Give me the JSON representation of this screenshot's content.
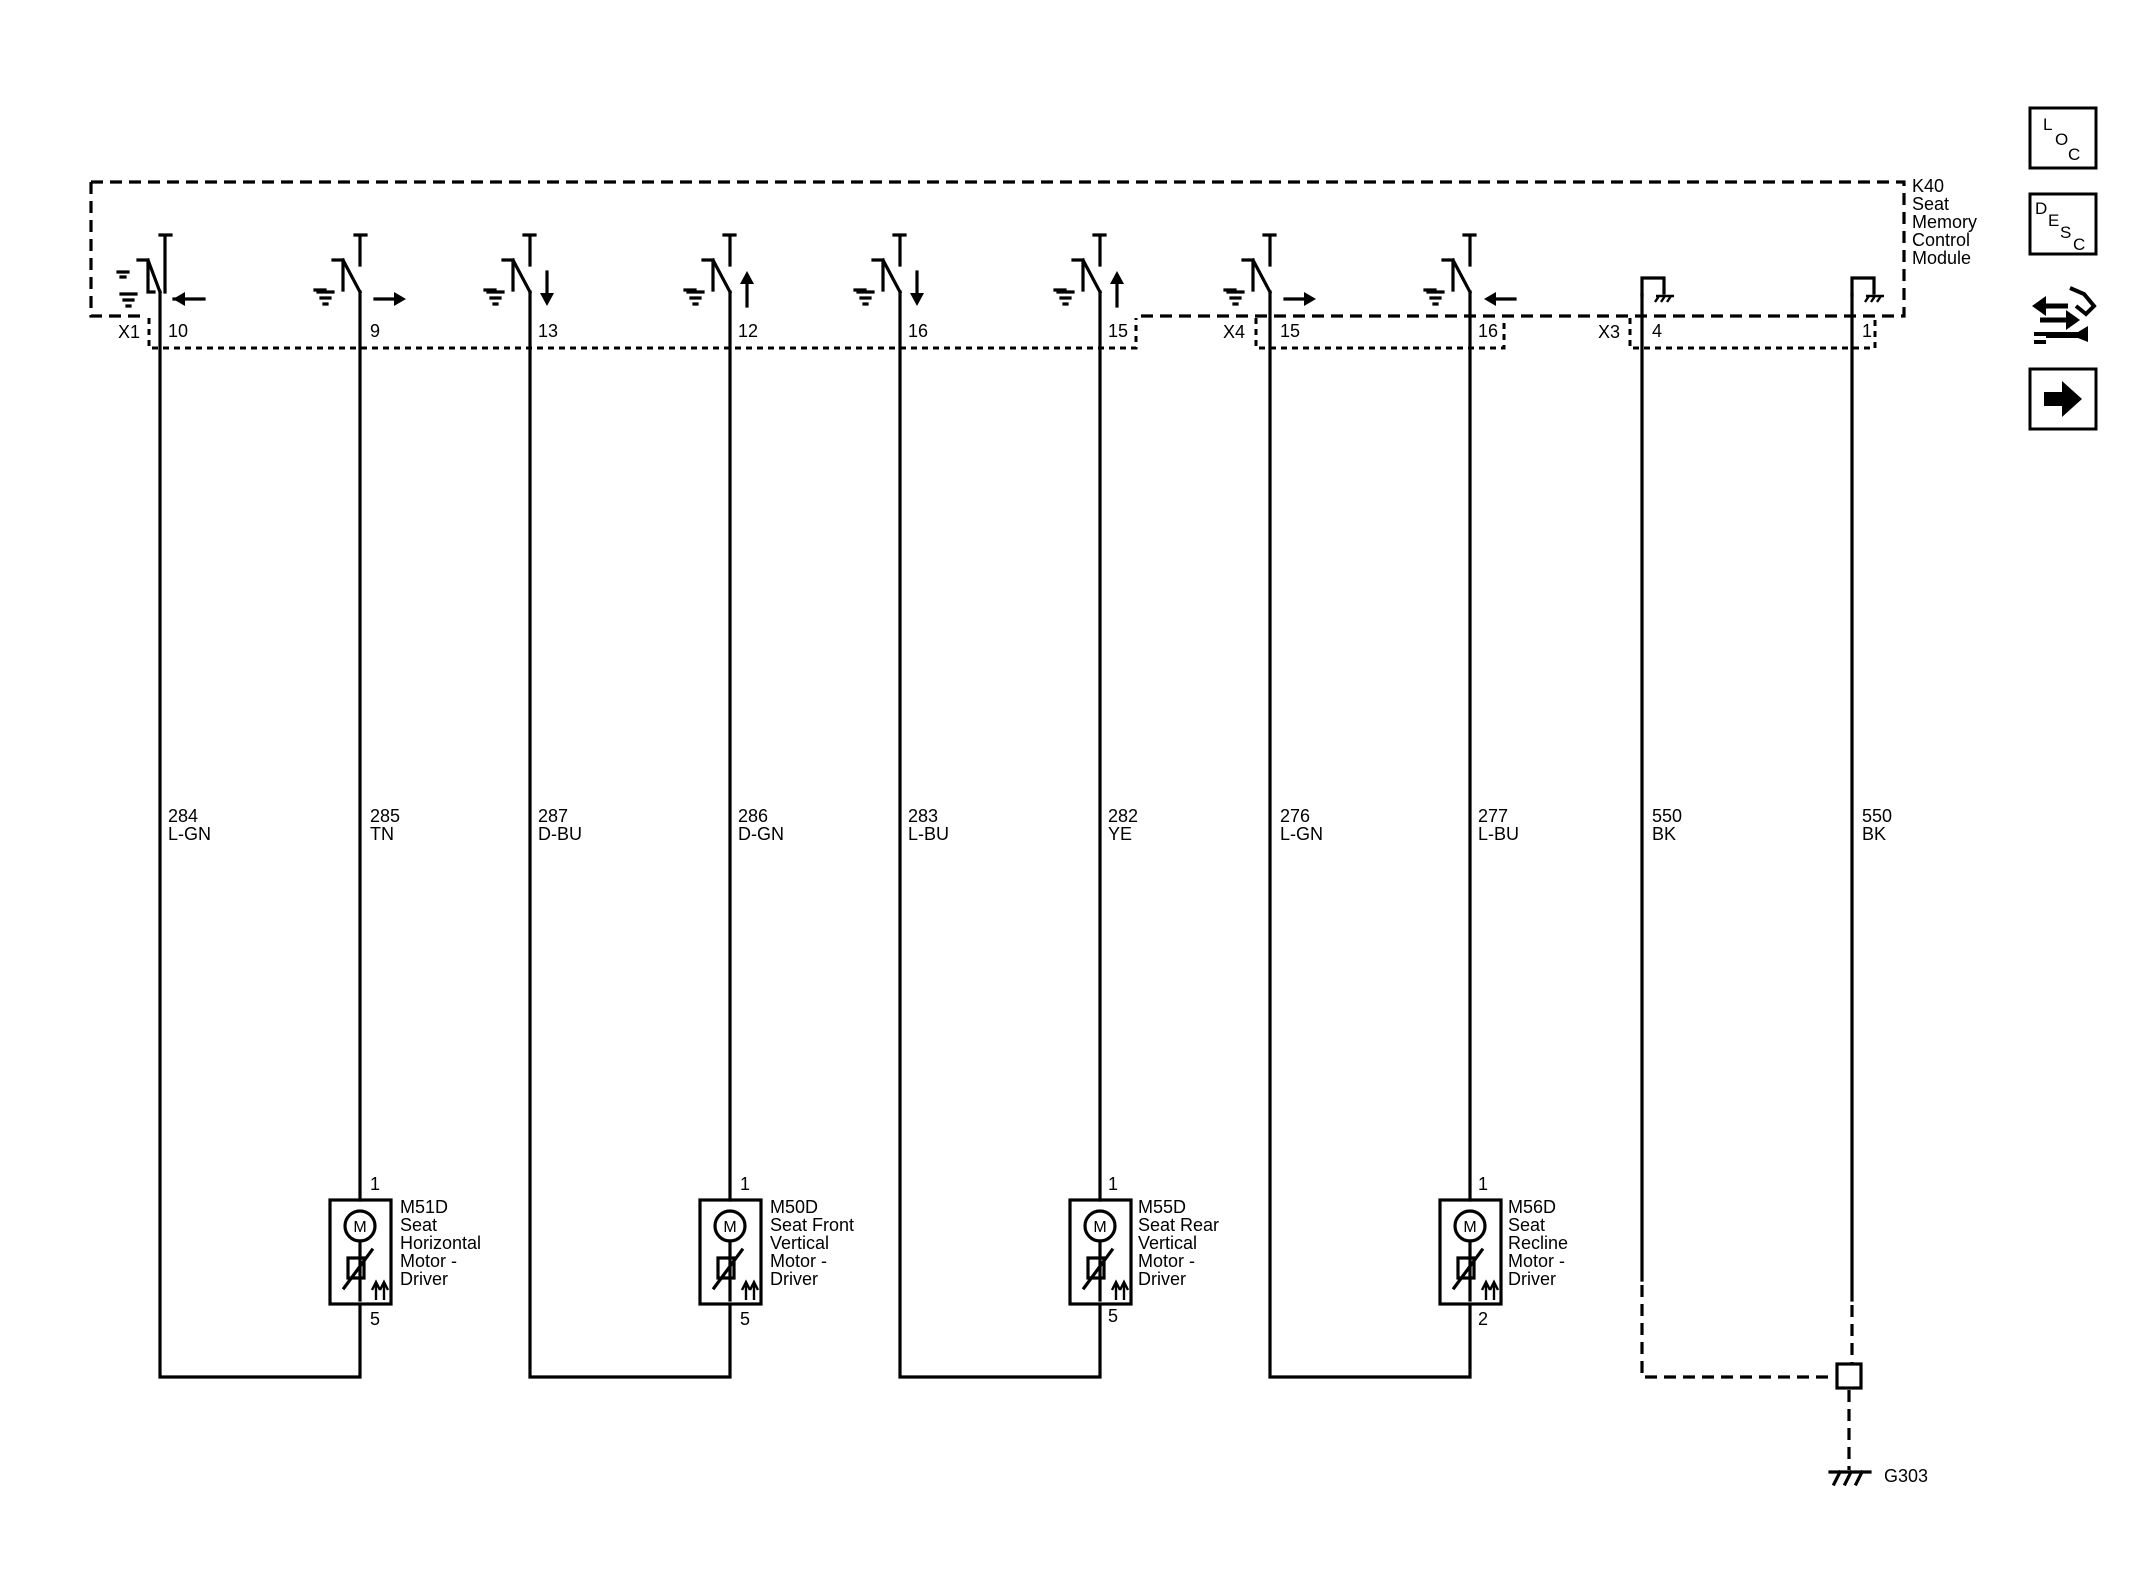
{
  "module": {
    "ref": "K40",
    "name_lines": [
      "Seat",
      "Memory",
      "Control",
      "Module"
    ]
  },
  "connectors": [
    "X1",
    "X4",
    "X3"
  ],
  "circuits": [
    {
      "id": "c1",
      "pin": "10",
      "circuit": "284",
      "color": "L-GN"
    },
    {
      "id": "c2",
      "pin": "9",
      "circuit": "285",
      "color": "TN"
    },
    {
      "id": "c3",
      "pin": "13",
      "circuit": "287",
      "color": "D-BU"
    },
    {
      "id": "c4",
      "pin": "12",
      "circuit": "286",
      "color": "D-GN"
    },
    {
      "id": "c5",
      "pin": "16",
      "circuit": "283",
      "color": "L-BU"
    },
    {
      "id": "c6",
      "pin": "15",
      "circuit": "282",
      "color": "YE"
    },
    {
      "id": "c7",
      "pin": "15",
      "circuit": "276",
      "color": "L-GN"
    },
    {
      "id": "c8",
      "pin": "16",
      "circuit": "277",
      "color": "L-BU"
    },
    {
      "id": "g1",
      "pin": "4",
      "circuit": "550",
      "color": "BK"
    },
    {
      "id": "g2",
      "pin": "1",
      "circuit": "550",
      "color": "BK"
    }
  ],
  "motors": [
    {
      "ref": "M51D",
      "name_lines": [
        "Seat",
        "Horizontal",
        "Motor -",
        "Driver"
      ],
      "pin_top": "1",
      "pin_bottom": "5",
      "symbol": "M"
    },
    {
      "ref": "M50D",
      "name_lines": [
        "Seat Front",
        "Vertical",
        "Motor -",
        "Driver"
      ],
      "pin_top": "1",
      "pin_bottom": "5",
      "symbol": "M"
    },
    {
      "ref": "M55D",
      "name_lines": [
        "Seat Rear",
        "Vertical",
        "Motor -",
        "Driver"
      ],
      "pin_top": "1",
      "pin_bottom": "5",
      "symbol": "M"
    },
    {
      "ref": "M56D",
      "name_lines": [
        "Seat",
        "Recline",
        "Motor -",
        "Driver"
      ],
      "pin_top": "1",
      "pin_bottom": "2",
      "symbol": "M"
    }
  ],
  "ground": {
    "ref": "G303"
  },
  "side_buttons": [
    {
      "name": "loc-button",
      "icon": "loc-icon",
      "letters": [
        "L",
        "O",
        "C"
      ]
    },
    {
      "name": "desc-button",
      "icon": "desc-icon",
      "letters": [
        "D",
        "E",
        "S",
        "C"
      ]
    },
    {
      "name": "connector-diagnostics-button",
      "icon": "wrench-arrows-icon"
    },
    {
      "name": "next-page-button",
      "icon": "arrow-right-icon"
    }
  ]
}
